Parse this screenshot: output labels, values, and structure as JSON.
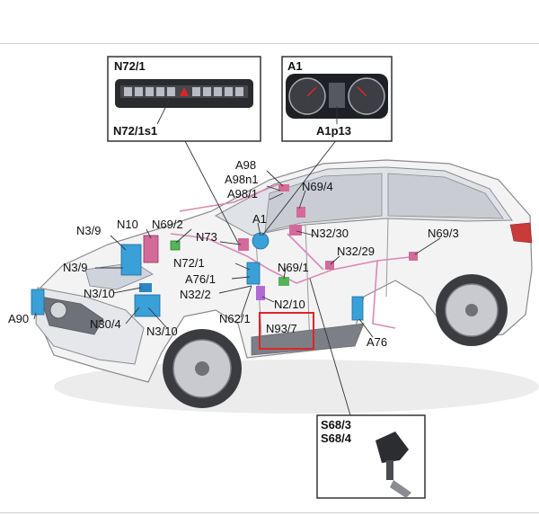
{
  "insets": {
    "control_panel": {
      "top": "N72/1",
      "bottom": "N72/1s1"
    },
    "cluster": {
      "top": "A1",
      "bottom": "A1p13"
    },
    "switch": {
      "line1": "S68/3",
      "line2": "S68/4"
    }
  },
  "labels": {
    "A98": "A98",
    "A98n1": "A98n1",
    "A98_1": "A98/1",
    "N69_4": "N69/4",
    "A1": "A1",
    "N10": "N10",
    "N69_2": "N69/2",
    "N3_9a": "N3/9",
    "N73": "N73",
    "N32_30": "N32/30",
    "N69_3": "N69/3",
    "N32_29": "N32/29",
    "N3_9b": "N3/9",
    "N72_1": "N72/1",
    "N69_1": "N69/1",
    "A76_1": "A76/1",
    "N3_10a": "N3/10",
    "N32_2": "N32/2",
    "N2_10": "N2/10",
    "A90": "A90",
    "N30_4": "N30/4",
    "N62_1": "N62/1",
    "N93_7": "N93/7",
    "N3_10b": "N3/10",
    "A76": "A76"
  },
  "highlight_color": "#e0232a",
  "component_color": "#3aa0d8"
}
